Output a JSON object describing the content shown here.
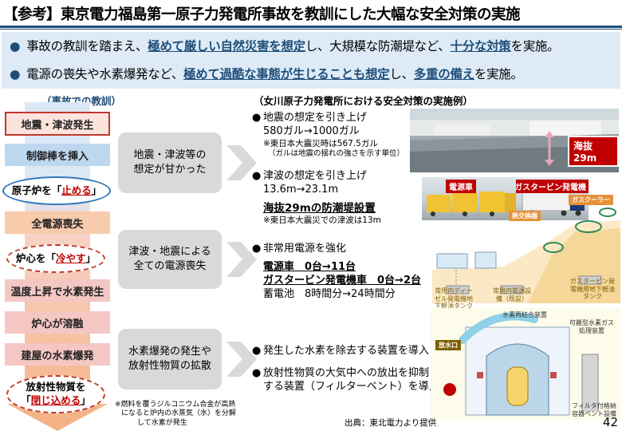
{
  "title": "【参考】東京電力福島第一原子力発電所事故を教訓にした大幅な安全対策の実施",
  "banner": {
    "line1": {
      "pre": "事故の教訓を踏まえ、",
      "em1": "極めて厳しい自然災害を想定",
      "mid": "し、大規模な防潮堤など、",
      "em2": "十分な対策",
      "post": "を実施。"
    },
    "line2": {
      "pre": "電源の喪失や水素爆発など、",
      "em1": "極めて過酷な事態が生じることも想定",
      "mid": "し、",
      "em2": "多重の備え",
      "post": "を実施。"
    }
  },
  "left_header": "（事故での教訓）",
  "right_header": "（女川原子力発電所における安全対策の実施例）",
  "sequence": {
    "s1": "地震・津波発生",
    "s2": "制御棒を挿入",
    "s3_pre": "原子炉を「",
    "s3_em": "止める",
    "s3_post": "」",
    "s4": "全電源喪失",
    "s5_pre": "炉心を「",
    "s5_em": "冷やす",
    "s5_post": "」",
    "s6": "温度上昇で水素発生",
    "s7": "炉心が溶融",
    "s8": "建屋の水素爆発",
    "s9_line1": "放射性物質を",
    "s9_pre": "「",
    "s9_em": "閉じ込める",
    "s9_post": "」"
  },
  "causes": {
    "c1_l1": "地震・津波等の",
    "c1_l2": "想定が甘かった",
    "c2_l1": "津波・地震による",
    "c2_l2": "全ての電源喪失",
    "c3_l1": "水素爆発の発生や",
    "c3_l2": "放射性物質の拡散"
  },
  "measures": {
    "m1_title": "地震の想定を引き上げ",
    "m1_value": "580ガル→1000ガル",
    "m1_note1": "※東日本大震災時は567.5ガル",
    "m1_note2": "（ガルは地震の揺れの強さを示す単位）",
    "m2_title": "津波の想定を引き上げ",
    "m2_value": "13.6m→23.1m",
    "m2_wall": "海抜29mの防潮堤設置",
    "m2_note": "※東日本大震災での津波は13m",
    "m3_title": "非常用電源を強化",
    "m3_line1": "電源車　0台→11台",
    "m3_line2": "ガスタービン発電機車　0台→2台",
    "m3_line3": "蓄電池　8時間分→24時間分",
    "m4": "発生した水素を除去する装置を導入",
    "m5_l1": "放射性物質の大気中への放出を抑制",
    "m5_l2": "する装置（フィルターベント）を導入"
  },
  "photo_labels": {
    "altitude": "海抜29m",
    "power_truck": "電源車",
    "gas_turbine": "ガスタービン発電機",
    "heat_exchanger": "熱交換器",
    "cooler": "ガスクーラー",
    "tank1": "常用内ディーゼル発電機地下軽油タンク",
    "tank2": "常用内電源設備（既設）",
    "tank3": "ガスタービン発電機用地下軽油タンク",
    "hydrogen": "水素再結合装置",
    "filter": "フィルタ付格納容器ベント設備",
    "gas_treatment": "可搬型水素ガス処理装置",
    "release": "放水口"
  },
  "footnote_l1": "※燃料を覆うジルコニウム合金が高熱",
  "footnote_l2": "になると炉内の水蒸気（水）を分解",
  "footnote_l3": "して水素が発生",
  "source": "出典：東北電力より提供",
  "page": "42",
  "colors": {
    "navy": "#1f4e79",
    "red": "#c00000",
    "banner": "#deebf7"
  }
}
